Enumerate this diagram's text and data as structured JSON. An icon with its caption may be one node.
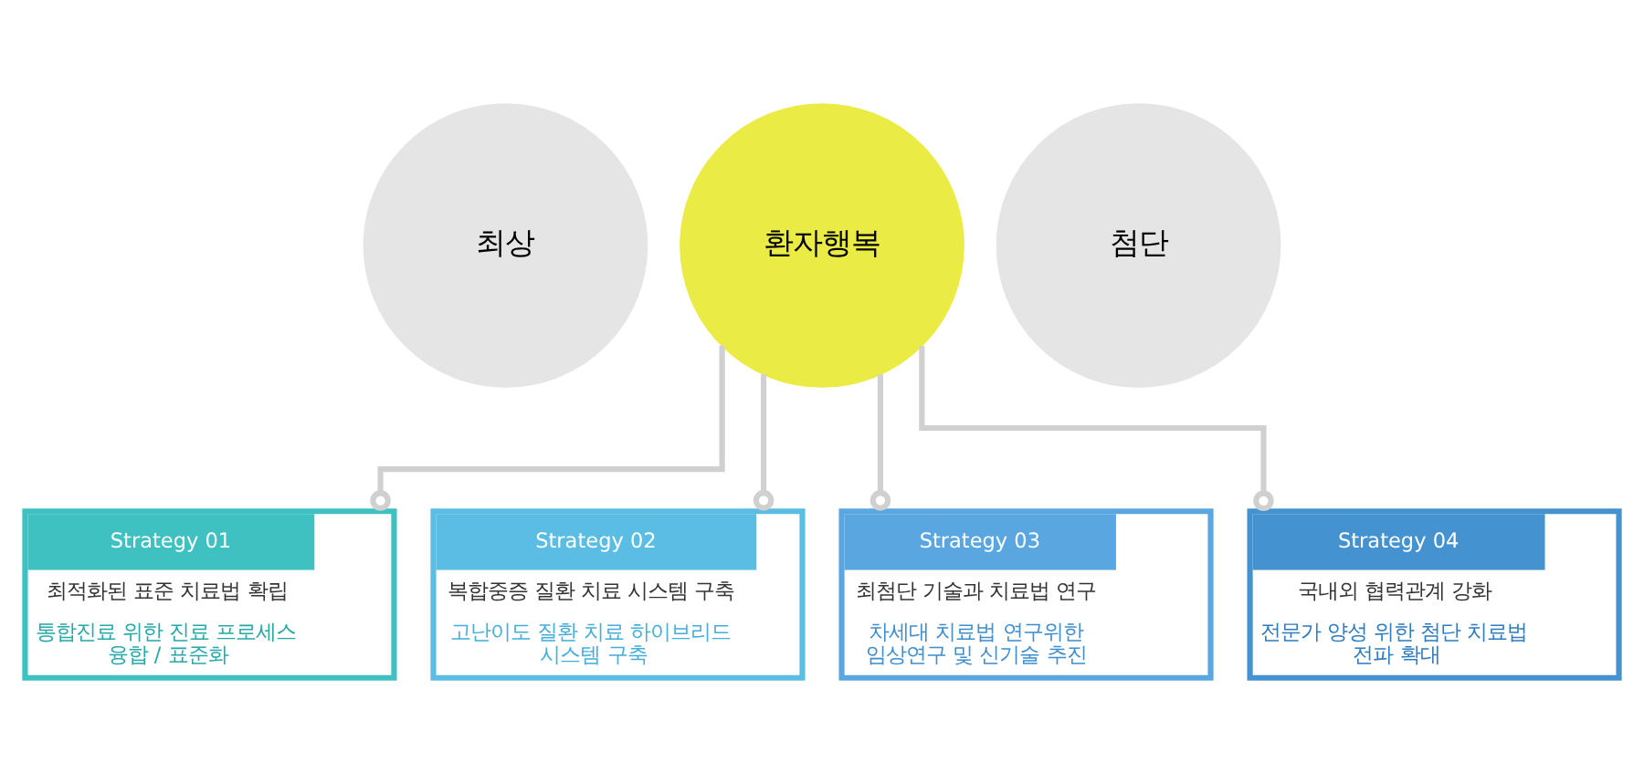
{
  "diagram": {
    "nodes": [
      {
        "text": [
          "최상"
        ]
      },
      {
        "text": [
          "환자행복"
        ]
      },
      {
        "text": [
          "첨단"
        ]
      },
      {
        "text": [
          "Strategy 01",
          "최적화된 표준 치료법 확립",
          "통합진료 위한 진료 프로세스 융합 / 표준화"
        ]
      },
      {
        "text": [
          "Strategy 02",
          "복합중증 질환 치료 시스템 구축",
          "고난이도 질환 치료 하이브리드 시스템 구축"
        ]
      },
      {
        "text": [
          "Strategy 03",
          "최첨단 기술과 치료법 연구",
          "차세대 치료법 연구위한 임상연구 및 신기술 추진"
        ]
      },
      {
        "text": [
          "Strategy 04",
          "국내외 협력관계 강화",
          "전문가 양성 위한 첨단 치료법 전파 확대"
        ]
      }
    ],
    "edges": [
      {
        "from": 1,
        "to": 3,
        "arrow": "other"
      },
      {
        "from": 1,
        "to": 4,
        "arrow": "other"
      },
      {
        "from": 1,
        "to": 5,
        "arrow": "other"
      },
      {
        "from": 1,
        "to": 6,
        "arrow": "other"
      }
    ]
  }
}
